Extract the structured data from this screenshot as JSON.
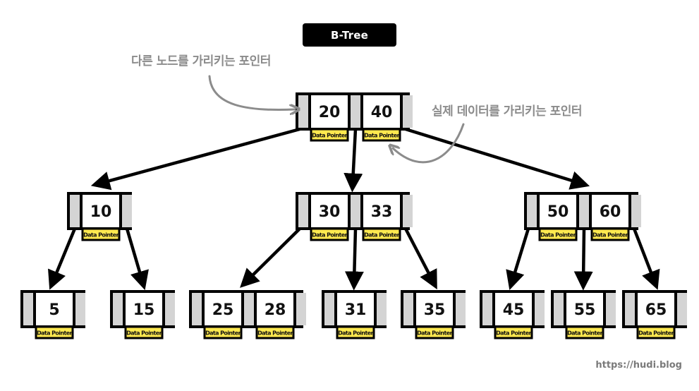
{
  "title": "B-Tree",
  "annotations": {
    "node_pointer": "다른 노드를 가리키는 포인터",
    "data_pointer": "실제 데이터를 가리키는 포인터"
  },
  "footer": "https://hudi.blog",
  "colors": {
    "pointer_fill": "#d4d4d4",
    "key_fill": "#ffffff",
    "border": "#000000",
    "data_pointer_fill": "#ffe94f",
    "annotation": "#8c8c8c"
  },
  "data_pointer_label": "Data Pointer",
  "tree": {
    "levels": [
      [
        {
          "id": "root",
          "keys": [
            "20",
            "40"
          ]
        }
      ],
      [
        {
          "id": "n10",
          "keys": [
            "10"
          ]
        },
        {
          "id": "n30",
          "keys": [
            "30",
            "33"
          ]
        },
        {
          "id": "n50",
          "keys": [
            "50",
            "60"
          ]
        }
      ],
      [
        {
          "id": "l5",
          "keys": [
            "5"
          ]
        },
        {
          "id": "l15",
          "keys": [
            "15"
          ]
        },
        {
          "id": "l25",
          "keys": [
            "25",
            "28"
          ]
        },
        {
          "id": "l31",
          "keys": [
            "31"
          ]
        },
        {
          "id": "l35",
          "keys": [
            "35"
          ]
        },
        {
          "id": "l45",
          "keys": [
            "45"
          ]
        },
        {
          "id": "l55",
          "keys": [
            "55"
          ]
        },
        {
          "id": "l65",
          "keys": [
            "65"
          ]
        }
      ]
    ],
    "edges": [
      {
        "from": "root",
        "ptr": 0,
        "to": "n10"
      },
      {
        "from": "root",
        "ptr": 1,
        "to": "n30"
      },
      {
        "from": "root",
        "ptr": 2,
        "to": "n50"
      },
      {
        "from": "n10",
        "ptr": 0,
        "to": "l5"
      },
      {
        "from": "n10",
        "ptr": 1,
        "to": "l15"
      },
      {
        "from": "n30",
        "ptr": 0,
        "to": "l25"
      },
      {
        "from": "n30",
        "ptr": 1,
        "to": "l31"
      },
      {
        "from": "n30",
        "ptr": 2,
        "to": "l35"
      },
      {
        "from": "n50",
        "ptr": 0,
        "to": "l45"
      },
      {
        "from": "n50",
        "ptr": 1,
        "to": "l55"
      },
      {
        "from": "n50",
        "ptr": 2,
        "to": "l65"
      }
    ]
  }
}
